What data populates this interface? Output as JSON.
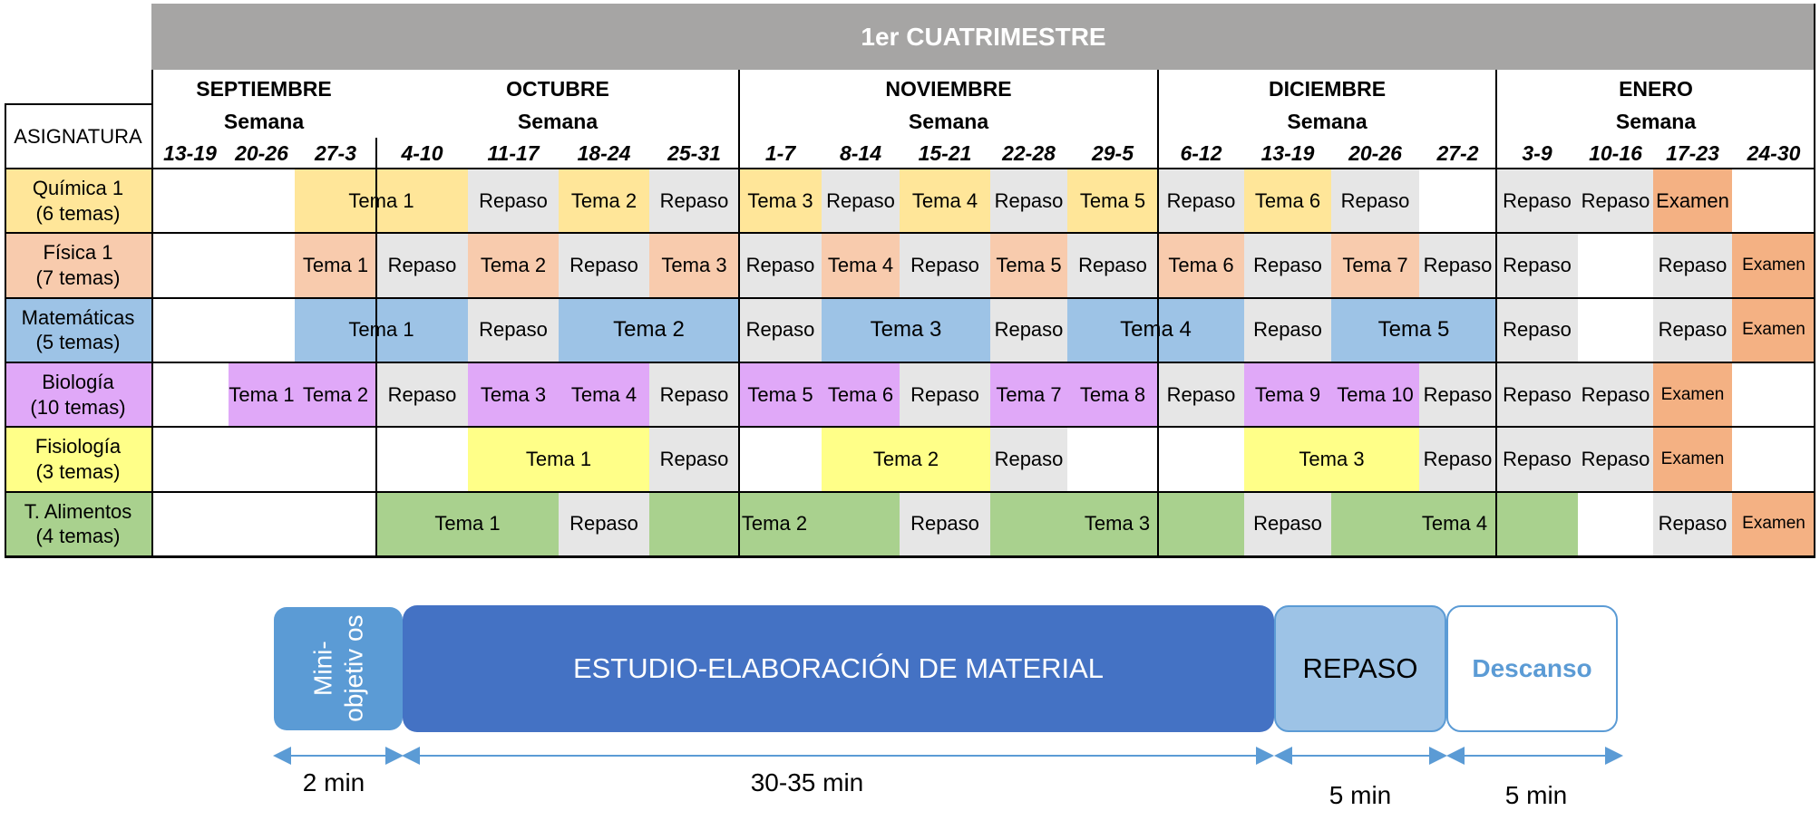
{
  "colors": {
    "header_bg": "#a6a5a4",
    "repaso": "#e6e6e6",
    "examen": "#f4b183",
    "quimica": "#ffe699",
    "fisica": "#f8cbad",
    "matematicas": "#9dc3e6",
    "biologia": "#e0a8f8",
    "fisiologia": "#ffff88",
    "alimentos": "#a9d18e",
    "mini_block": "#5b9bd5",
    "estudio_block": "#4472c4",
    "repaso_block": "#9dc3e6",
    "descanso_text": "#5b9bd5",
    "arrow": "#5b9bd5"
  },
  "schedule": {
    "title": "1er CUATRIMESTRE",
    "asignatura_label": "ASIGNATURA",
    "semana_label": "Semana",
    "months": [
      {
        "name": "SEPTIEMBRE",
        "start": 0,
        "span": 3
      },
      {
        "name": "OCTUBRE",
        "start": 3,
        "span": 4
      },
      {
        "name": "NOVIEMBRE",
        "start": 7,
        "span": 5
      },
      {
        "name": "DICIEMBRE",
        "start": 12,
        "span": 4
      },
      {
        "name": "ENERO",
        "start": 16,
        "span": 4
      }
    ],
    "weeks": [
      "13-19",
      "20-26",
      "27-3",
      "4-10",
      "11-17",
      "18-24",
      "25-31",
      "1-7",
      "8-14",
      "15-21",
      "22-28",
      "29-5",
      "6-12",
      "13-19",
      "20-26",
      "27-2",
      "3-9",
      "10-16",
      "17-23",
      "24-30"
    ],
    "subjects": [
      {
        "name": "Química 1",
        "count": "(6 temas)",
        "color": "quimica",
        "cells": [
          {
            "start": 2,
            "span": 2,
            "text": "Tema 1",
            "kind": "tema"
          },
          {
            "start": 4,
            "span": 1,
            "text": "Repaso",
            "kind": "repaso"
          },
          {
            "start": 5,
            "span": 1,
            "text": "Tema 2",
            "kind": "tema"
          },
          {
            "start": 6,
            "span": 1,
            "text": "Repaso",
            "kind": "repaso"
          },
          {
            "start": 7,
            "span": 1,
            "text": "Tema 3",
            "kind": "tema"
          },
          {
            "start": 8,
            "span": 1,
            "text": "Repaso",
            "kind": "repaso"
          },
          {
            "start": 9,
            "span": 1,
            "text": "Tema 4",
            "kind": "tema"
          },
          {
            "start": 10,
            "span": 1,
            "text": "Repaso",
            "kind": "repaso"
          },
          {
            "start": 11,
            "span": 1,
            "text": "Tema 5",
            "kind": "tema"
          },
          {
            "start": 12,
            "span": 1,
            "text": "Repaso",
            "kind": "repaso"
          },
          {
            "start": 13,
            "span": 1,
            "text": "Tema 6",
            "kind": "tema"
          },
          {
            "start": 14,
            "span": 1,
            "text": "Repaso",
            "kind": "repaso"
          },
          {
            "start": 16,
            "span": 1,
            "text": "Repaso",
            "kind": "repaso"
          },
          {
            "start": 17,
            "span": 1,
            "text": "Repaso",
            "kind": "repaso"
          },
          {
            "start": 18,
            "span": 1,
            "text": "Examen",
            "kind": "examen"
          }
        ]
      },
      {
        "name": "Física 1",
        "count": "(7 temas)",
        "color": "fisica",
        "cells": [
          {
            "start": 2,
            "span": 1,
            "text": "Tema 1",
            "kind": "tema"
          },
          {
            "start": 3,
            "span": 1,
            "text": "Repaso",
            "kind": "repaso"
          },
          {
            "start": 4,
            "span": 1,
            "text": "Tema 2",
            "kind": "tema"
          },
          {
            "start": 5,
            "span": 1,
            "text": "Repaso",
            "kind": "repaso"
          },
          {
            "start": 6,
            "span": 1,
            "text": "Tema 3",
            "kind": "tema"
          },
          {
            "start": 7,
            "span": 1,
            "text": "Repaso",
            "kind": "repaso"
          },
          {
            "start": 8,
            "span": 1,
            "text": "Tema 4",
            "kind": "tema"
          },
          {
            "start": 9,
            "span": 1,
            "text": "Repaso",
            "kind": "repaso"
          },
          {
            "start": 10,
            "span": 1,
            "text": "Tema 5",
            "kind": "tema"
          },
          {
            "start": 11,
            "span": 1,
            "text": "Repaso",
            "kind": "repaso"
          },
          {
            "start": 12,
            "span": 1,
            "text": "Tema 6",
            "kind": "tema"
          },
          {
            "start": 13,
            "span": 1,
            "text": "Repaso",
            "kind": "repaso"
          },
          {
            "start": 14,
            "span": 1,
            "text": "Tema 7",
            "kind": "tema"
          },
          {
            "start": 15,
            "span": 1,
            "text": "Repaso",
            "kind": "repaso"
          },
          {
            "start": 16,
            "span": 1,
            "text": "Repaso",
            "kind": "repaso"
          },
          {
            "start": 18,
            "span": 1,
            "text": "Repaso",
            "kind": "repaso"
          },
          {
            "start": 19,
            "span": 1,
            "text": "Examen",
            "kind": "examen"
          }
        ]
      },
      {
        "name": "Matemáticas",
        "count": "(5 temas)",
        "color": "matematicas",
        "cells": [
          {
            "start": 2,
            "span": 2,
            "text": "Tema 1",
            "kind": "tema"
          },
          {
            "start": 4,
            "span": 1,
            "text": "Repaso",
            "kind": "repaso"
          },
          {
            "start": 5,
            "span": 2,
            "text": "Tema 2",
            "kind": "tema",
            "size": "big"
          },
          {
            "start": 7,
            "span": 1,
            "text": "Repaso",
            "kind": "repaso"
          },
          {
            "start": 8,
            "span": 2,
            "text": "Tema 3",
            "kind": "tema",
            "size": "big"
          },
          {
            "start": 10,
            "span": 1,
            "text": "Repaso",
            "kind": "repaso"
          },
          {
            "start": 11,
            "span": 2,
            "text": "Tema 4",
            "kind": "tema",
            "size": "big"
          },
          {
            "start": 13,
            "span": 1,
            "text": "Repaso",
            "kind": "repaso"
          },
          {
            "start": 14,
            "span": 2,
            "text": "Tema 5",
            "kind": "tema",
            "size": "big"
          },
          {
            "start": 16,
            "span": 1,
            "text": "Repaso",
            "kind": "repaso"
          },
          {
            "start": 18,
            "span": 1,
            "text": "Repaso",
            "kind": "repaso"
          },
          {
            "start": 19,
            "span": 1,
            "text": "Examen",
            "kind": "examen"
          }
        ]
      },
      {
        "name": "Biología",
        "count": "(10 temas)",
        "color": "biologia",
        "cells": [
          {
            "start": 1,
            "span": 1,
            "text": "Tema 1",
            "kind": "tema"
          },
          {
            "start": 2,
            "span": 1,
            "text": "Tema 2",
            "kind": "tema"
          },
          {
            "start": 3,
            "span": 1,
            "text": "Repaso",
            "kind": "repaso"
          },
          {
            "start": 4,
            "span": 1,
            "text": "Tema 3",
            "kind": "tema"
          },
          {
            "start": 5,
            "span": 1,
            "text": "Tema 4",
            "kind": "tema"
          },
          {
            "start": 6,
            "span": 1,
            "text": "Repaso",
            "kind": "repaso"
          },
          {
            "start": 7,
            "span": 1,
            "text": "Tema 5",
            "kind": "tema"
          },
          {
            "start": 8,
            "span": 1,
            "text": "Tema 6",
            "kind": "tema"
          },
          {
            "start": 9,
            "span": 1,
            "text": "Repaso",
            "kind": "repaso"
          },
          {
            "start": 10,
            "span": 1,
            "text": "Tema 7",
            "kind": "tema"
          },
          {
            "start": 11,
            "span": 1,
            "text": "Tema 8",
            "kind": "tema"
          },
          {
            "start": 12,
            "span": 1,
            "text": "Repaso",
            "kind": "repaso"
          },
          {
            "start": 13,
            "span": 1,
            "text": "Tema 9",
            "kind": "tema"
          },
          {
            "start": 14,
            "span": 1,
            "text": "Tema 10",
            "kind": "tema"
          },
          {
            "start": 15,
            "span": 1,
            "text": "Repaso",
            "kind": "repaso"
          },
          {
            "start": 16,
            "span": 1,
            "text": "Repaso",
            "kind": "repaso"
          },
          {
            "start": 17,
            "span": 1,
            "text": "Repaso",
            "kind": "repaso"
          },
          {
            "start": 18,
            "span": 1,
            "text": "Examen",
            "kind": "examen"
          }
        ]
      },
      {
        "name": "Fisiología",
        "count": "(3 temas)",
        "color": "fisiologia",
        "cells": [
          {
            "start": 4,
            "span": 2,
            "text": "Tema 1",
            "kind": "tema"
          },
          {
            "start": 6,
            "span": 1,
            "text": "Repaso",
            "kind": "repaso"
          },
          {
            "start": 8,
            "span": 2,
            "text": "Tema 2",
            "kind": "tema"
          },
          {
            "start": 10,
            "span": 1,
            "text": "Repaso",
            "kind": "repaso"
          },
          {
            "start": 13,
            "span": 2,
            "text": "Tema 3",
            "kind": "tema"
          },
          {
            "start": 15,
            "span": 1,
            "text": "Repaso",
            "kind": "repaso"
          },
          {
            "start": 16,
            "span": 1,
            "text": "Repaso",
            "kind": "repaso"
          },
          {
            "start": 17,
            "span": 1,
            "text": "Repaso",
            "kind": "repaso"
          },
          {
            "start": 18,
            "span": 1,
            "text": "Examen",
            "kind": "examen"
          }
        ]
      },
      {
        "name": "T. Alimentos",
        "count": "(4 temas)",
        "color": "alimentos",
        "cells": [
          {
            "start": 3,
            "span": 2,
            "text": "Tema 1",
            "kind": "tema"
          },
          {
            "start": 5,
            "span": 1,
            "text": "Repaso",
            "kind": "repaso"
          },
          {
            "start": 6,
            "span": 3,
            "text": "Tema 2",
            "kind": "tema"
          },
          {
            "start": 9,
            "span": 1,
            "text": "Repaso",
            "kind": "repaso"
          },
          {
            "start": 10,
            "span": 3,
            "text": "Tema 3",
            "kind": "tema"
          },
          {
            "start": 13,
            "span": 1,
            "text": "Repaso",
            "kind": "repaso"
          },
          {
            "start": 14,
            "span": 3,
            "text": "Tema 4",
            "kind": "tema"
          },
          {
            "start": 18,
            "span": 1,
            "text": "Repaso",
            "kind": "repaso"
          },
          {
            "start": 19,
            "span": 1,
            "text": "Examen",
            "kind": "examen"
          }
        ]
      }
    ]
  },
  "pomodoro": {
    "mini_label": "Mini-objetiv os",
    "estudio_label": "ESTUDIO-ELABORACIÓN DE MATERIAL",
    "repaso_label": "REPASO",
    "descanso_label": "Descanso",
    "durations": [
      "2 min",
      "30-35 min",
      "5 min",
      "5 min"
    ]
  }
}
